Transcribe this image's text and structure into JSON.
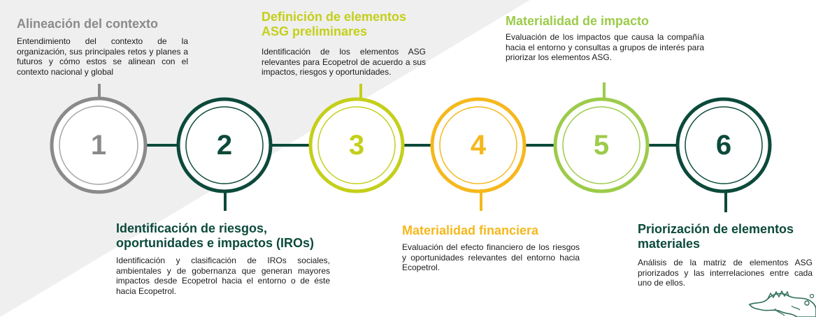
{
  "colors": {
    "step1": "#8a8a8a",
    "step2": "#0c4a3b",
    "step3": "#c4cf1a",
    "step4": "#f5b81d",
    "step5": "#9ccb4a",
    "step6": "#0c4a3b",
    "connector": "#0c4a3b",
    "background_band": "#efefef"
  },
  "steps": [
    {
      "number": "1",
      "title": "Alineación del contexto",
      "description": "Entendimiento del contexto de la organización, sus principales retos y planes a futuros y cómo estos se alinean con el contexto nacional y global"
    },
    {
      "number": "2",
      "title": "Identificación de riesgos, oportunidades e impactos (IROs)",
      "description": "Identificación y clasificación de IROs sociales, ambientales y de gobernanza que generan mayores impactos desde Ecopetrol hacia el entorno o de éste hacia Ecopetrol."
    },
    {
      "number": "3",
      "title": "Definición de elementos ASG preliminares",
      "description": "Identificación de los elementos ASG relevantes para Ecopetrol de acuerdo a sus impactos, riesgos y oportunidades."
    },
    {
      "number": "4",
      "title": "Materialidad financiera",
      "description": "Evaluación del efecto financiero de los riesgos y oportunidades relevantes del entorno hacia Ecopetrol."
    },
    {
      "number": "5",
      "title": "Materialidad de impacto",
      "description": "Evaluación de los impactos que causa la compañía hacia el entorno y consultas a grupos de interés para priorizar los elementos ASG."
    },
    {
      "number": "6",
      "title": "Priorización de elementos materiales",
      "description": "Análisis de la matriz de elementos ASG priorizados y las interrelaciones entre cada uno de ellos."
    }
  ],
  "decorations": {
    "logo": "iguana-icon"
  }
}
